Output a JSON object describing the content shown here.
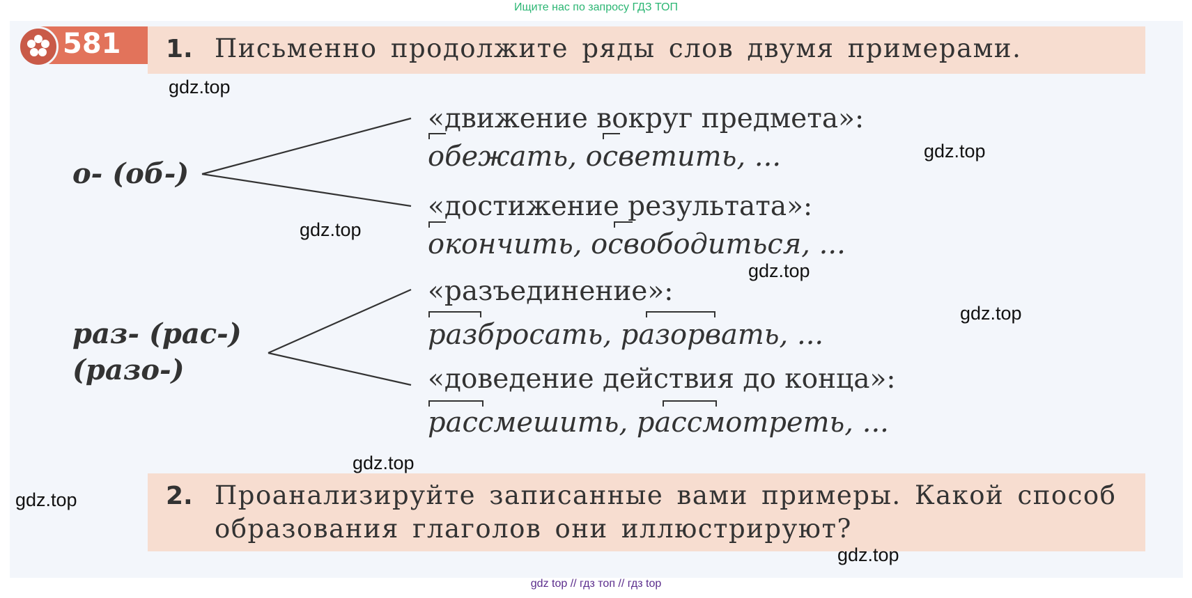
{
  "banner": "Ищите нас по запросу ГДЗ ТОП",
  "exercise_number": "581",
  "task1": {
    "number": "1.",
    "text": "Письменно продолжите ряды слов двумя примерами."
  },
  "group1": {
    "prefix": "о- (об-)",
    "branches": [
      {
        "meaning": "«движение вокруг предмета»:",
        "examples": "обежать, осветить, ..."
      },
      {
        "meaning": "«достижение результата»:",
        "examples": "окончить, освободиться, ..."
      }
    ]
  },
  "group2": {
    "prefix_line1": "раз- (рас-)",
    "prefix_line2": "(разо-)",
    "branches": [
      {
        "meaning": "«разъединение»:",
        "examples": "разбросать, разорвать, ..."
      },
      {
        "meaning": "«доведение действия до конца»:",
        "examples": "рассмешить, рассмотреть, ..."
      }
    ]
  },
  "task2": {
    "number": "2.",
    "line1": "Проанализируйте записанные вами примеры. Какой способ",
    "line2": "образования глаголов они иллюстрируют?"
  },
  "watermarks": [
    "gdz.top",
    "gdz.top",
    "gdz.top",
    "gdz.top",
    "gdz.top",
    "gdz.top",
    "gdz.top",
    "gdz.top"
  ],
  "footer": "gdz top  //  гдз топ  //  гдз top"
}
